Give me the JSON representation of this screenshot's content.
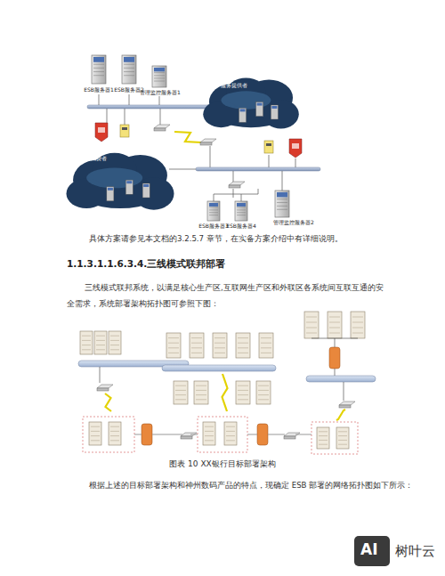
{
  "diagram": {
    "title": "1.1.3.1.1.6.3.4.三线模式联邦部署",
    "caption": "图表 10 XX银行目标部署架构",
    "nodes": [
      {
        "text": [
          "ESB服务器1"
        ]
      },
      {
        "text": [
          "ESB服务器2"
        ]
      },
      {
        "text": [
          "管理监控服务器1"
        ]
      },
      {
        "text": [
          "服务提供者"
        ]
      },
      {
        "text": [
          "服务消费者"
        ]
      },
      {
        "text": [
          "ESB服务器3"
        ]
      },
      {
        "text": [
          "ESB服务器4"
        ]
      },
      {
        "text": [
          "管理监控服务器2"
        ]
      }
    ],
    "labels": [
      "具体方案请参见本文档的3.2.5.7 章节，在实备方案介绍中有详细说明。",
      "三线模式联邦系统，以满足核心生产区,互联网生产区和外联区各系统间互联互通的安全需求，系统部署架构拓扑图可参照下图：",
      "根据上述的目标部署架构和神州数码产品的特点，现确定 ESB 部署的网络拓扑图如下所示：",
      "AI",
      "树叶云"
    ]
  }
}
